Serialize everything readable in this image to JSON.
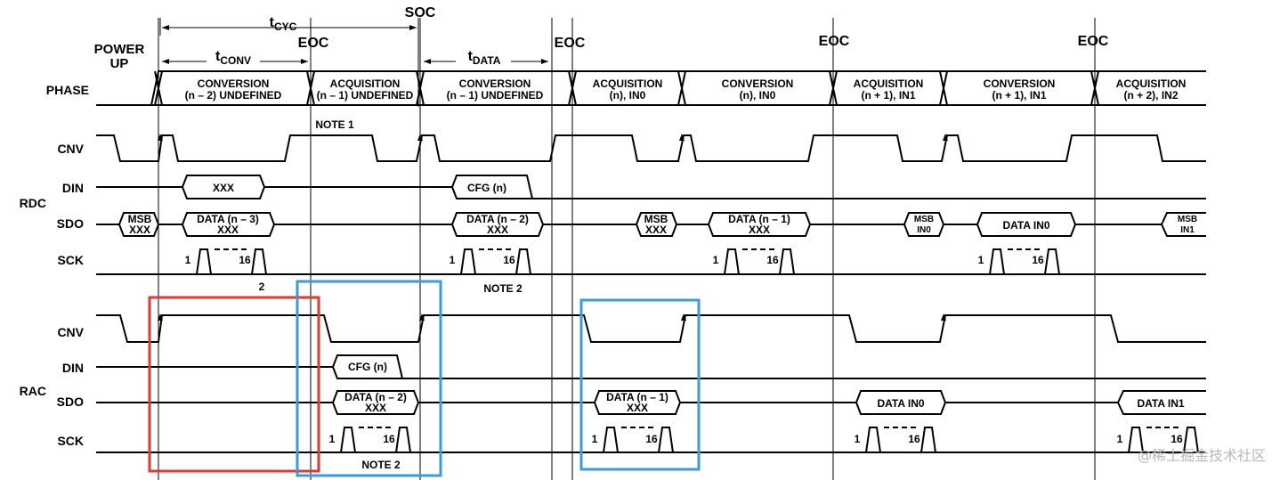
{
  "top": {
    "tcyc_main": "t",
    "tcyc_sub": "CYC",
    "soc": "SOC",
    "eoc": "EOC",
    "power_up_1": "POWER",
    "power_up_2": "UP",
    "tconv_main": "t",
    "tconv_sub": "CONV",
    "tdata_main": "t",
    "tdata_sub": "DATA"
  },
  "signals": {
    "phase": "PHASE",
    "cnv": "CNV",
    "din": "DIN",
    "sdo": "SDO",
    "sck": "SCK",
    "rdc": "RDC",
    "rac": "RAC"
  },
  "phases": [
    {
      "l1": "CONVERSION",
      "l2": "(n – 2) UNDEFINED"
    },
    {
      "l1": "ACQUISITION",
      "l2": "(n – 1) UNDEFINED"
    },
    {
      "l1": "CONVERSION",
      "l2": "(n – 1) UNDEFINED"
    },
    {
      "l1": "ACQUISITION",
      "l2": "(n), IN0"
    },
    {
      "l1": "CONVERSION",
      "l2": "(n), IN0"
    },
    {
      "l1": "ACQUISITION",
      "l2": "(n + 1), IN1"
    },
    {
      "l1": "CONVERSION",
      "l2": "(n + 1), IN1"
    },
    {
      "l1": "ACQUISITION",
      "l2": "(n + 2), IN2"
    }
  ],
  "notes": {
    "note1": "NOTE 1",
    "note2": "NOTE 2",
    "sck_first": "1",
    "sck_last": "16",
    "sck_two": "2"
  },
  "boxes": {
    "xxx": "XXX",
    "cfg": "CFG (n)",
    "msb": "MSB",
    "data_n3": "DATA (n – 3)",
    "data_n2": "DATA (n – 2)",
    "data_n1": "DATA (n – 1)",
    "data_in0": "DATA IN0",
    "data_in1": "DATA IN1",
    "in0": "IN0",
    "in1": "IN1"
  },
  "highlight_colors": {
    "red": "#e03a2f",
    "blue": "#3a9be0"
  },
  "watermark": "@稀土掘金技术社区"
}
